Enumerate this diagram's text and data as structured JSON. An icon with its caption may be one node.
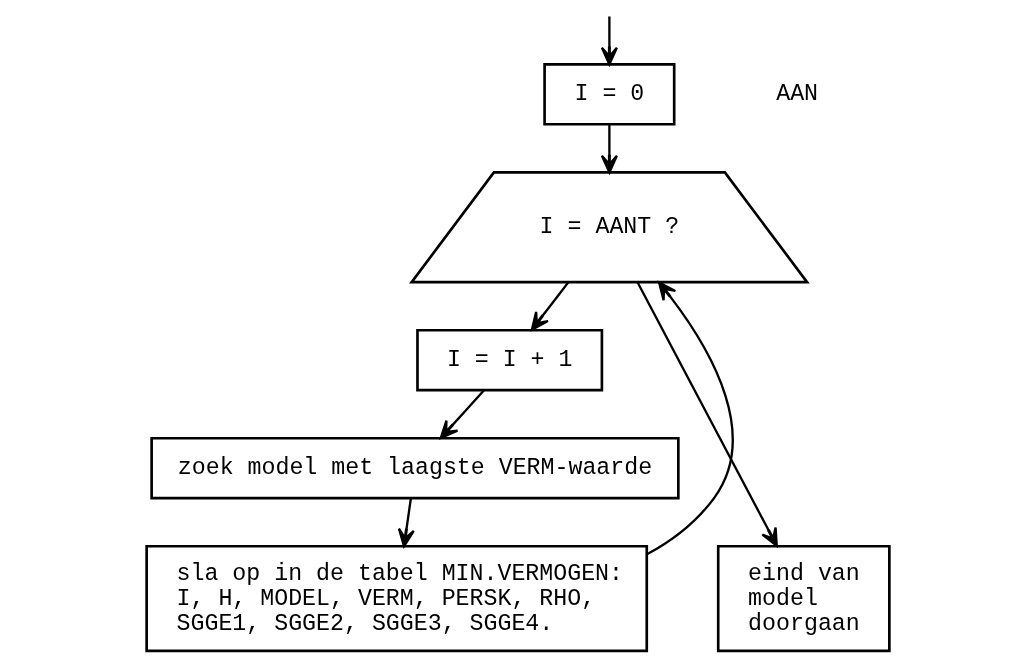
{
  "diagram": {
    "nodes": [
      {
        "text": [
          "I = 0"
        ]
      },
      {
        "text": [
          "I = AANT ?"
        ]
      },
      {
        "text": [
          "I = I + 1"
        ]
      },
      {
        "text": [
          "zoek model met laagste VERM-waarde"
        ]
      },
      {
        "text": [
          "sla op in de tabel MIN.VERMOGEN: I, H, MODEL, VERM, PERSK, RHO, SGGE1, SGGE2, SGGE3, SGGE4."
        ]
      },
      {
        "text": [
          "eind van model doorgaan"
        ]
      }
    ],
    "edges": [
      {
        "from": null,
        "to": 0,
        "arrow": "to"
      },
      {
        "from": 0,
        "to": 1,
        "arrow": "to"
      },
      {
        "from": 1,
        "to": 5,
        "arrow": "to"
      },
      {
        "from": 1,
        "to": 2,
        "arrow": "to"
      },
      {
        "from": 2,
        "to": 3,
        "arrow": "to"
      },
      {
        "from": 3,
        "to": 4,
        "arrow": "to"
      },
      {
        "from": 4,
        "to": 1,
        "arrow": "to"
      }
    ],
    "labels": [
      "AAN"
    ]
  }
}
